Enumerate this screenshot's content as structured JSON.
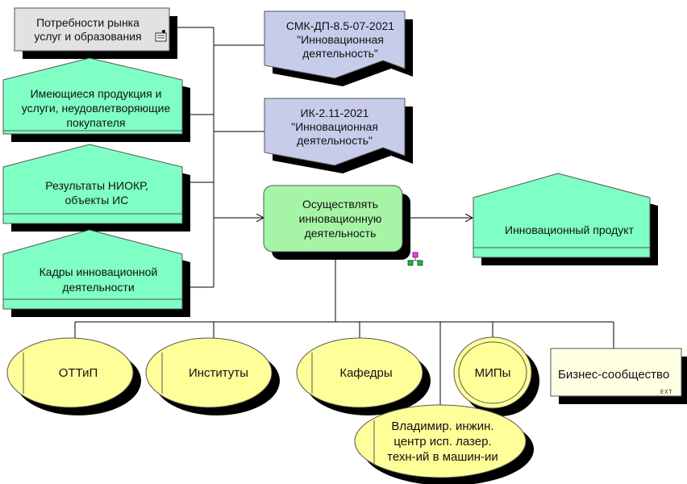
{
  "colors": {
    "green_fill": "#7fffc4",
    "process_fill": "#a6f5a6",
    "doc_fill": "#c8cceb",
    "event_fill": "#ffff99",
    "gray_fill": "#e2e2e2",
    "ext_fill": "#ffffe4",
    "line": "#000000"
  },
  "inputs": {
    "market_needs": "Потребности рынка\nуслуг и образования",
    "existing_products": "Имеющиеся продукция и\nуслуги, неудовлетворяющие\nпокупателя",
    "rd_results": "Результаты НИОКР,\nобъекты ИС",
    "staff": "Кадры инновационной\nдеятельности"
  },
  "documents": {
    "smk": "СМК-ДП-8.5-07-2021\n\"Инновационная\nдеятельность\"",
    "ik": "ИК-2.11-2021\n\"Инновационная\nдеятельность\""
  },
  "process": {
    "label": "Осуществлять\nинновационную\nдеятельность"
  },
  "output": {
    "label": "Инновационный продукт"
  },
  "participants": {
    "ottip": "ОТТиП",
    "institutes": "Институты",
    "departments": "Кафедры",
    "mips": "МИПы",
    "business": "Бизнес-сообщество",
    "business_tag": "EXT",
    "vladimir": "Владимир. инжин.\nцентр исп. лазер.\nтехн-ий в машин-ии"
  }
}
